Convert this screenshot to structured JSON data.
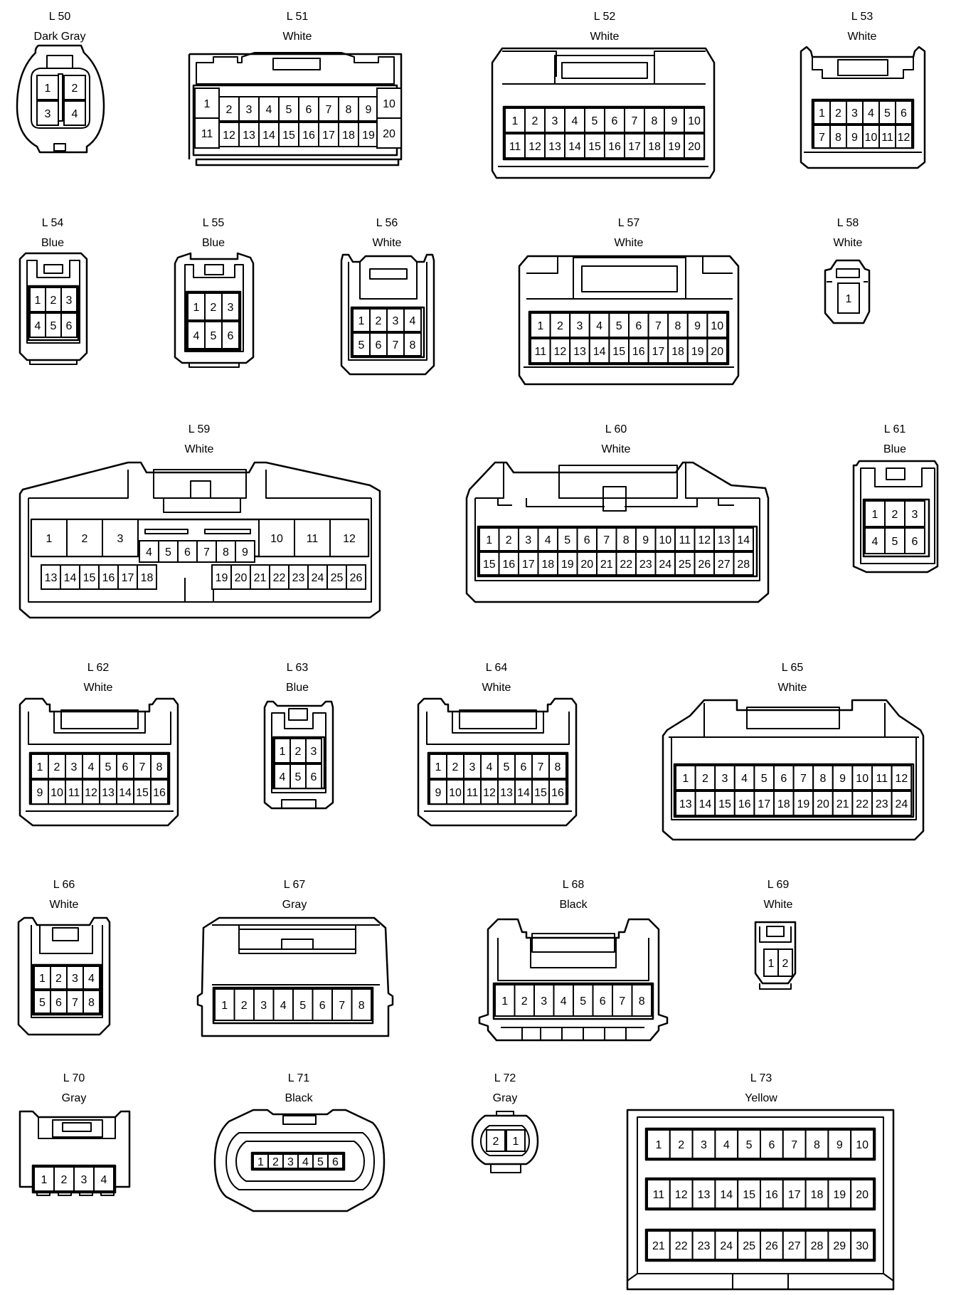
{
  "connectors": [
    {
      "id": "L 50",
      "color": "Dark Gray",
      "pins": [
        "1",
        "2",
        "3",
        "4"
      ]
    },
    {
      "id": "L 51",
      "color": "White",
      "pins": [
        "1",
        "2",
        "3",
        "4",
        "5",
        "6",
        "7",
        "8",
        "9",
        "10",
        "11",
        "12",
        "13",
        "14",
        "15",
        "16",
        "17",
        "18",
        "19",
        "20"
      ]
    },
    {
      "id": "L 52",
      "color": "White",
      "pins": [
        "1",
        "2",
        "3",
        "4",
        "5",
        "6",
        "7",
        "8",
        "9",
        "10",
        "11",
        "12",
        "13",
        "14",
        "15",
        "16",
        "17",
        "18",
        "19",
        "20"
      ]
    },
    {
      "id": "L 53",
      "color": "White",
      "pins": [
        "1",
        "2",
        "3",
        "4",
        "5",
        "6",
        "7",
        "8",
        "9",
        "10",
        "11",
        "12"
      ]
    },
    {
      "id": "L 54",
      "color": "Blue",
      "pins": [
        "1",
        "2",
        "3",
        "4",
        "5",
        "6"
      ]
    },
    {
      "id": "L 55",
      "color": "Blue",
      "pins": [
        "1",
        "2",
        "3",
        "4",
        "5",
        "6"
      ]
    },
    {
      "id": "L 56",
      "color": "White",
      "pins": [
        "1",
        "2",
        "3",
        "4",
        "5",
        "6",
        "7",
        "8"
      ]
    },
    {
      "id": "L 57",
      "color": "White",
      "pins": [
        "1",
        "2",
        "3",
        "4",
        "5",
        "6",
        "7",
        "8",
        "9",
        "10",
        "11",
        "12",
        "13",
        "14",
        "15",
        "16",
        "17",
        "18",
        "19",
        "20"
      ]
    },
    {
      "id": "L 58",
      "color": "White",
      "pins": [
        "1"
      ]
    },
    {
      "id": "L 59",
      "color": "White",
      "pins": [
        "1",
        "2",
        "3",
        "4",
        "5",
        "6",
        "7",
        "8",
        "9",
        "10",
        "11",
        "12",
        "13",
        "14",
        "15",
        "16",
        "17",
        "18",
        "19",
        "20",
        "21",
        "22",
        "23",
        "24",
        "25",
        "26"
      ]
    },
    {
      "id": "L 60",
      "color": "White",
      "pins": [
        "1",
        "2",
        "3",
        "4",
        "5",
        "6",
        "7",
        "8",
        "9",
        "10",
        "11",
        "12",
        "13",
        "14",
        "15",
        "16",
        "17",
        "18",
        "19",
        "20",
        "21",
        "22",
        "23",
        "24",
        "25",
        "26",
        "27",
        "28"
      ]
    },
    {
      "id": "L 61",
      "color": "Blue",
      "pins": [
        "1",
        "2",
        "3",
        "4",
        "5",
        "6"
      ]
    },
    {
      "id": "L 62",
      "color": "White",
      "pins": [
        "1",
        "2",
        "3",
        "4",
        "5",
        "6",
        "7",
        "8",
        "9",
        "10",
        "11",
        "12",
        "13",
        "14",
        "15",
        "16"
      ]
    },
    {
      "id": "L 63",
      "color": "Blue",
      "pins": [
        "1",
        "2",
        "3",
        "4",
        "5",
        "6"
      ]
    },
    {
      "id": "L 64",
      "color": "White",
      "pins": [
        "1",
        "2",
        "3",
        "4",
        "5",
        "6",
        "7",
        "8",
        "9",
        "10",
        "11",
        "12",
        "13",
        "14",
        "15",
        "16"
      ]
    },
    {
      "id": "L 65",
      "color": "White",
      "pins": [
        "1",
        "2",
        "3",
        "4",
        "5",
        "6",
        "7",
        "8",
        "9",
        "10",
        "11",
        "12",
        "13",
        "14",
        "15",
        "16",
        "17",
        "18",
        "19",
        "20",
        "21",
        "22",
        "23",
        "24"
      ]
    },
    {
      "id": "L 66",
      "color": "White",
      "pins": [
        "1",
        "2",
        "3",
        "4",
        "5",
        "6",
        "7",
        "8"
      ]
    },
    {
      "id": "L 67",
      "color": "Gray",
      "pins": [
        "1",
        "2",
        "3",
        "4",
        "5",
        "6",
        "7",
        "8"
      ]
    },
    {
      "id": "L 68",
      "color": "Black",
      "pins": [
        "1",
        "2",
        "3",
        "4",
        "5",
        "6",
        "7",
        "8"
      ]
    },
    {
      "id": "L 69",
      "color": "White",
      "pins": [
        "1",
        "2"
      ]
    },
    {
      "id": "L 70",
      "color": "Gray",
      "pins": [
        "1",
        "2",
        "3",
        "4"
      ]
    },
    {
      "id": "L 71",
      "color": "Black",
      "pins": [
        "1",
        "2",
        "3",
        "4",
        "5",
        "6"
      ]
    },
    {
      "id": "L 72",
      "color": "Gray",
      "pins": [
        "2",
        "1"
      ]
    },
    {
      "id": "L 73",
      "color": "Yellow",
      "pins": [
        "1",
        "2",
        "3",
        "4",
        "5",
        "6",
        "7",
        "8",
        "9",
        "10",
        "11",
        "12",
        "13",
        "14",
        "15",
        "16",
        "17",
        "18",
        "19",
        "20",
        "21",
        "22",
        "23",
        "24",
        "25",
        "26",
        "27",
        "28",
        "29",
        "30"
      ]
    }
  ]
}
